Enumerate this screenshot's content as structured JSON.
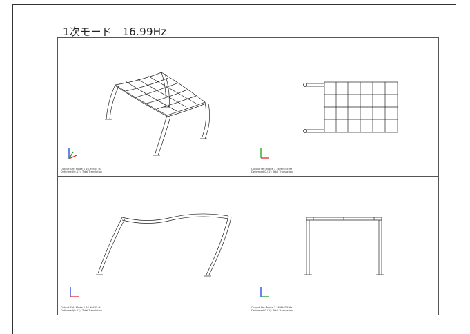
{
  "page": {
    "title": "1次モード　16.99Hz"
  },
  "panes": [
    {
      "view": "isometric",
      "caption_line1": "Output Set: Mode 1 16.99455 Hz",
      "caption_line2": "Deformed(0.41): Total Translation"
    },
    {
      "view": "top",
      "caption_line1": "Output Set: Mode 1 16.99455 Hz",
      "caption_line2": "Deformed(0.41): Total Translation"
    },
    {
      "view": "side",
      "caption_line1": "Output Set: Mode 1 16.99455 Hz",
      "caption_line2": "Deformed(0.41): Total Translation"
    },
    {
      "view": "front",
      "caption_line1": "Output Set: Mode 1 16.99455 Hz",
      "caption_line2": "Deformed(0.41): Total Translation"
    }
  ],
  "colors": {
    "mesh": "#222222",
    "axis_x": "#e03030",
    "axis_y": "#20a020",
    "axis_z": "#2040e0"
  }
}
